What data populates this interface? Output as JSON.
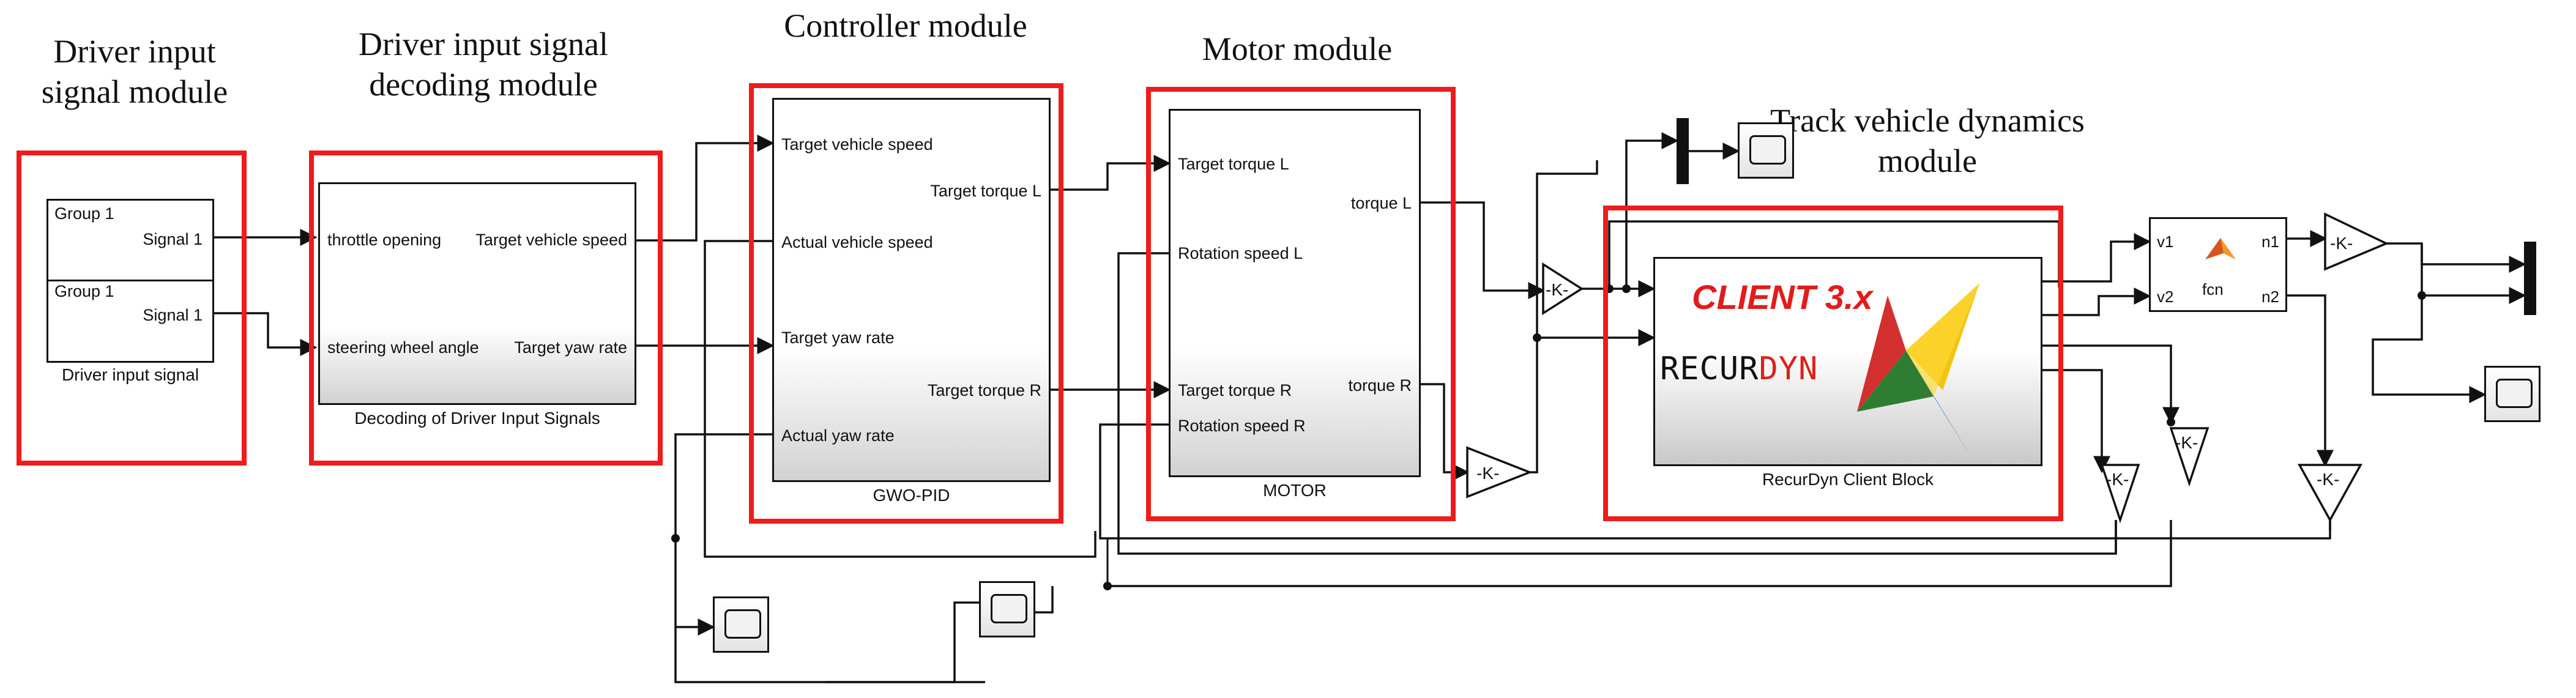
{
  "titles": {
    "driver_input": "Driver input\nsignal module",
    "decoding": "Driver input signal\ndecoding module",
    "controller": "Controller module",
    "motor": "Motor module",
    "dynamics": "Track vehicle dynamics\nmodule"
  },
  "driver_input": {
    "group1_label": "Group 1",
    "signal1_label": "Signal 1",
    "group2_label": "Group 1",
    "signal2_label": "Signal 1",
    "block_label": "Driver input signal"
  },
  "decoding": {
    "in_throttle": "throttle opening",
    "in_steering": "steering wheel angle",
    "out_speed": "Target vehicle speed",
    "out_yaw": "Target yaw rate",
    "block_label": "Decoding of Driver Input Signals"
  },
  "controller": {
    "in_target_speed": "Target vehicle speed",
    "in_actual_speed": "Actual vehicle speed",
    "in_target_yaw": "Target yaw rate",
    "in_actual_yaw": "Actual yaw rate",
    "out_torque_l": "Target torque L",
    "out_torque_r": "Target torque R",
    "block_label": "GWO-PID"
  },
  "motor": {
    "in_torque_l": "Target torque L",
    "in_speed_l": "Rotation speed L",
    "in_torque_r": "Target torque R",
    "in_speed_r": "Rotation speed R",
    "out_torque_l": "torque L",
    "out_torque_r": "torque R",
    "block_label": "MOTOR"
  },
  "recurdyn": {
    "client_text": "CLIENT 3.x",
    "recur_text": "RECUR",
    "dyn_text": "DYN",
    "block_label": "RecurDyn Client Block"
  },
  "fcn": {
    "in_v1": "v1",
    "in_v2": "v2",
    "out_n1": "n1",
    "out_n2": "n2",
    "name": "fcn"
  },
  "gain_label": "-K-",
  "colors": {
    "highlight": "#ee1c1c",
    "line": "#111111"
  }
}
